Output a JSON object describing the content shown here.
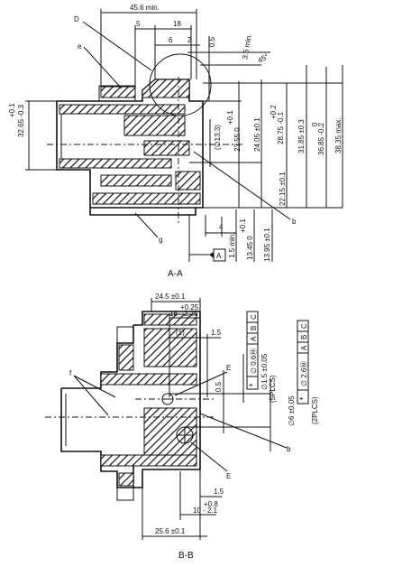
{
  "sections": {
    "aa": {
      "caption": "A-A",
      "labels": {
        "d": "D",
        "e": "e",
        "g": "g",
        "b": "b",
        "datum": "A"
      },
      "dims_top": [
        "45.6 min.",
        "5",
        "18",
        "6",
        "2",
        "0.5",
        "3.5 min.",
        "45°"
      ],
      "dims_left": [
        "+0.1",
        "32.65 -0.3"
      ],
      "dims_mid": [
        "(∅13.3)",
        "+0.1",
        "23.55  0",
        "24.05 ±0.1",
        "+0.2",
        "28.75 -0.1",
        "22.15 ±0.1"
      ],
      "dims_right": [
        "31.85 ±0.3",
        "0",
        "36.85 -0.2",
        "38.35 max."
      ],
      "dims_bottom": [
        "4",
        "1.5 min.",
        "+0.1",
        "13.45  0",
        "13.95 ±0.1"
      ]
    },
    "bb": {
      "caption": "B-B",
      "labels": {
        "f": "f",
        "e1": "E",
        "e2": "E",
        "b": "b"
      },
      "dims_top": [
        "24.5 ±0.1",
        "+0.25",
        "16 - 2.25",
        "(1)",
        "1.5",
        "0.5"
      ],
      "tol_frame_1": {
        "sym": "⌖",
        "value": "∅ 0.6Ⓜ",
        "datums": [
          "A",
          "B",
          "C"
        ]
      },
      "tol_frame_2": {
        "sym": "⌖",
        "value": "∅ 2.6Ⓜ",
        "datums": [
          "A",
          "B",
          "C"
        ]
      },
      "dims_side": [
        "∅1.5 ±0.05",
        "(5PLCS)",
        "∅6 ±0.05",
        "(2PLCS)"
      ],
      "dims_bottom": [
        "1.5",
        "+0.8",
        "10 - 2.1",
        "25.6 ±0.1"
      ]
    }
  }
}
